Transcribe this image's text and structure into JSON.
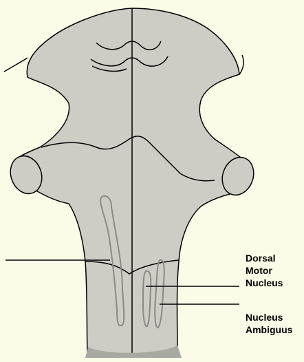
{
  "labels": {
    "dorsal_motor_nucleus": [
      "Dorsal",
      "Motor",
      "Nucleus"
    ],
    "nucleus_ambiguus": [
      "Nucleus",
      "Ambiguus"
    ]
  },
  "colors": {
    "background": "#fcfbe8",
    "tissue_fill": "#cdcdc6",
    "outline": "#000000",
    "nucleus_outline": "#8a8a86"
  }
}
